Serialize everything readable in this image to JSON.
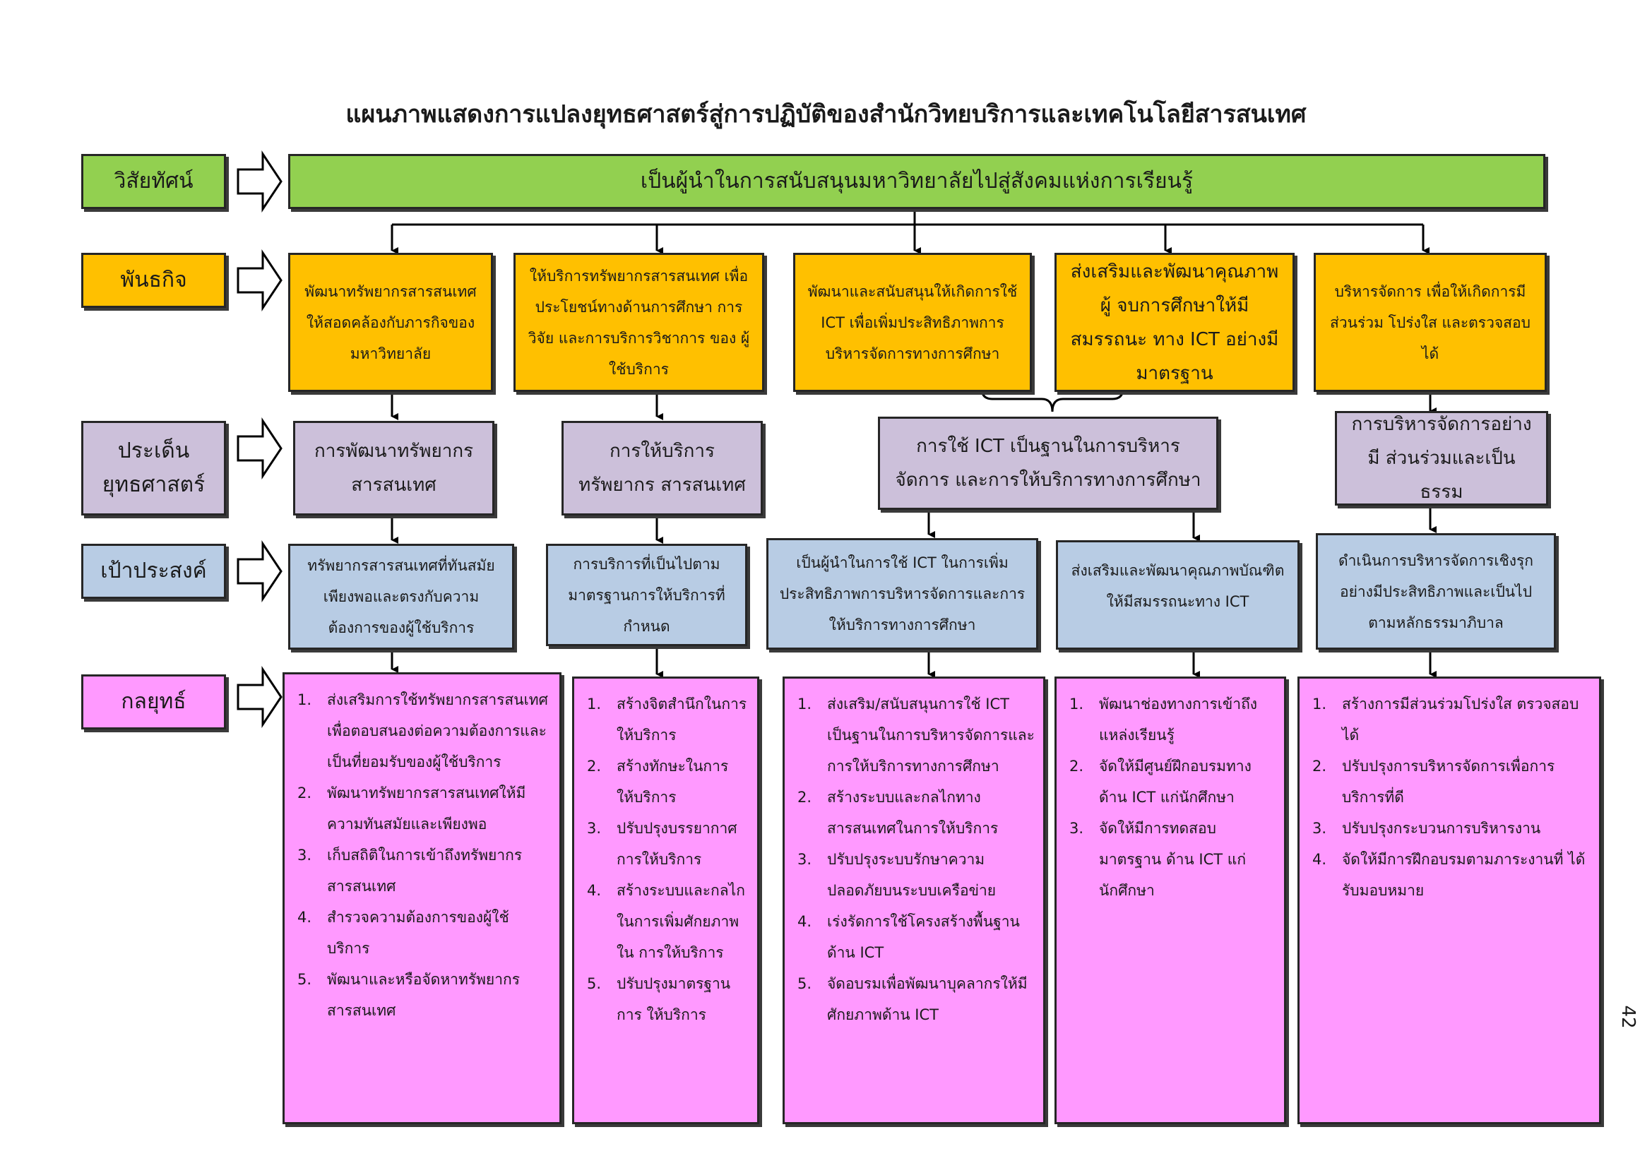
{
  "title": "แผนภาพแสดงการแปลงยุทธศาสตร์สู่การปฏิบัติของสำนักวิทยบริการและเทคโนโลยีสารสนเทศ",
  "row_labels": {
    "vision": "วิสัยทัศน์",
    "mission": "พันธกิจ",
    "issue": "ประเด็น ยุทธศาสตร์",
    "goal": "เป้าประสงค์",
    "strategy": "กลยุทธ์"
  },
  "vision": "เป็นผู้นำในการสนับสนุนมหาวิทยาลัยไปสู่สังคมแห่งการเรียนรู้",
  "missions": [
    "พัฒนาทรัพยากรสารสนเทศ ให้สอดคล้องกับภารกิจของ มหาวิทยาลัย",
    "ให้บริการทรัพยากรสารสนเทศ เพื่อ ประโยชน์ทางด้านการศึกษา การวิจัย และการบริการวิชาการ ของ ผู้ใช้บริการ",
    "พัฒนาและสนับสนุนให้เกิดการใช้ ICT เพื่อเพิ่มประสิทธิภาพการ บริหารจัดการทางการศึกษา",
    "ส่งเสริมและพัฒนาคุณภาพผู้ จบการศึกษาให้มีสมรรถนะ ทาง ICT อย่างมีมาตรฐาน",
    "บริหารจัดการ เพื่อให้เกิดการมีส่วนร่วม โปร่งใส และตรวจสอบได้"
  ],
  "issues": [
    "การพัฒนาทรัพยากร สารสนเทศ",
    "การให้บริการทรัพยากร สารสนเทศ",
    "การใช้ ICT เป็นฐานในการบริหารจัดการ และการให้บริการทางการศึกษา",
    "การบริหารจัดการอย่างมี ส่วนร่วมและเป็นธรรม"
  ],
  "goals": [
    "ทรัพยากรสารสนเทศที่ทันสมัย เพียงพอและตรงกับความ ต้องการของผู้ใช้บริการ",
    "การบริการที่เป็นไปตาม มาตรฐานการให้บริการที่ กำหนด",
    "เป็นผู้นำในการใช้ ICT ในการเพิ่ม ประสิทธิภาพการบริหารจัดการและการ ให้บริการทางการศึกษา",
    "ส่งเสริมและพัฒนาคุณภาพบัณฑิต ให้มีสมรรถนะทาง ICT",
    "ดำเนินการบริหารจัดการเชิงรุก อย่างมีประสิทธิภาพและเป็นไป ตามหลักธรรมาภิบาล"
  ],
  "strategies": [
    [
      {
        "n": "1.",
        "t": "ส่งเสริมการใช้ทรัพยากรสารสนเทศ เพื่อตอบสนองต่อความต้องการและ เป็นที่ยอมรับของผู้ใช้บริการ"
      },
      {
        "n": "2.",
        "t": "พัฒนาทรัพยากรสารสนเทศให้มี ความทันสมัยและเพียงพอ"
      },
      {
        "n": "3.",
        "t": "เก็บสถิติในการเข้าถึงทรัพยากร สารสนเทศ"
      },
      {
        "n": "4.",
        "t": "สำรวจความต้องการของผู้ใช้บริการ"
      },
      {
        "n": "5.",
        "t": "พัฒนาและหรือจัดหาทรัพยากร สารสนเทศ"
      }
    ],
    [
      {
        "n": "1.",
        "t": "สร้างจิตสำนึกในการ ให้บริการ"
      },
      {
        "n": "2.",
        "t": "สร้างทักษะในการ ให้บริการ"
      },
      {
        "n": "3.",
        "t": "ปรับปรุงบรรยากาศ การให้บริการ"
      },
      {
        "n": "4.",
        "t": "สร้างระบบและกลไก ในการเพิ่มศักยภาพใน การให้บริการ"
      },
      {
        "n": "5.",
        "t": "ปรับปรุงมาตรฐานการ ให้บริการ"
      }
    ],
    [
      {
        "n": "1.",
        "t": "ส่งเสริม/สนับสนุนการใช้ ICT เป็นฐานในการบริหารจัดการและ การให้บริการทางการศึกษา"
      },
      {
        "n": "2.",
        "t": "สร้างระบบและกลไกทาง สารสนเทศในการให้บริการ"
      },
      {
        "n": "3.",
        "t": "ปรับปรุงระบบรักษาความ ปลอดภัยบนระบบเครือข่าย"
      },
      {
        "n": "4.",
        "t": "เร่งรัดการใช้โครงสร้างพื้นฐาน ด้าน ICT"
      },
      {
        "n": "5.",
        "t": "จัดอบรมเพื่อพัฒนาบุคลากรให้มี ศักยภาพด้าน ICT"
      }
    ],
    [
      {
        "n": "1.",
        "t": "พัฒนาช่องทางการเข้าถึง แหล่งเรียนรู้"
      },
      {
        "n": "2.",
        "t": "จัดให้มีศูนย์ฝึกอบรมทางด้าน ICT แก่นักศึกษา"
      },
      {
        "n": "3.",
        "t": "จัดให้มีการทดสอบมาตรฐาน ด้าน ICT แก่นักศึกษา"
      }
    ],
    [
      {
        "n": "1.",
        "t": "สร้างการมีส่วนร่วมโปร่งใส ตรวจสอบได้"
      },
      {
        "n": "2.",
        "t": "ปรับปรุงการบริหารจัดการเพื่อการ บริการที่ดี"
      },
      {
        "n": "3.",
        "t": "ปรับปรุงกระบวนการบริหารงาน"
      },
      {
        "n": "4.",
        "t": "จัดให้มีการฝึกอบรมตามภาระงานที่ ได้รับมอบหมาย"
      }
    ]
  ],
  "page_number": "42",
  "colors": {
    "vision": "#92d050",
    "mission": "#ffc000",
    "issue": "#ccc0da",
    "goal": "#b8cce4",
    "strategy": "#ff99ff"
  }
}
